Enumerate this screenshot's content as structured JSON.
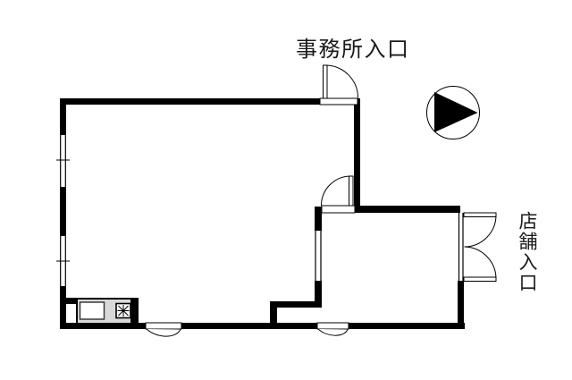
{
  "page": {
    "background": "#ffffff",
    "type": "floor-plan"
  },
  "labels": {
    "office_entrance": "事務所入口",
    "store_entrance": "店舗入口"
  },
  "colors": {
    "wall": "#000000",
    "counter_fill": "#d9d9d9",
    "text": "#1a1a1a",
    "bg": "#ffffff"
  },
  "icons": {
    "compass": "north-arrow-icon",
    "compass_direction": "right",
    "stove": "gas-stove-icon",
    "sink": "kitchen-sink-icon"
  }
}
